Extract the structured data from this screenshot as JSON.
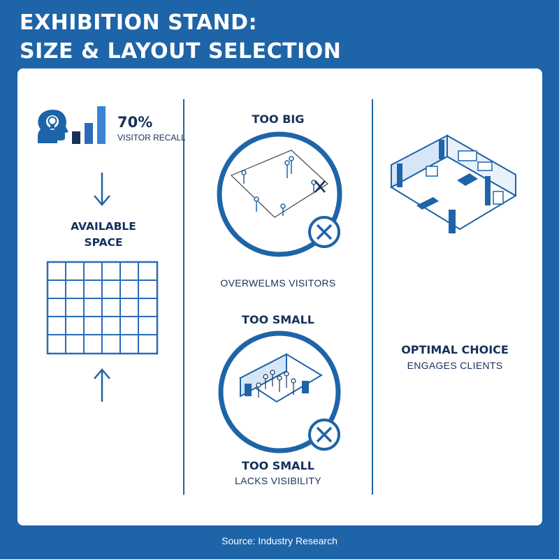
{
  "title": {
    "line1": "EXHIBITION STAND:",
    "line2": "SIZE & LAYOUT SELECTION"
  },
  "stat": {
    "value": "70%",
    "label": "VISITOR RECALL"
  },
  "left": {
    "space_line1": "AVAILABLE",
    "space_line2": "SPACE"
  },
  "middle": {
    "too_big": {
      "title": "TOO BIG",
      "caption": "OVERWELMS VISITORS"
    },
    "too_small": {
      "title": "TOO SMALL",
      "title_repeat": "TOO SMALL",
      "caption": "LACKS VISIBILITY"
    }
  },
  "right": {
    "title": "OPTIMAL CHOICE",
    "caption": "ENGAGES CLIENTS"
  },
  "footer": {
    "source": "Source: Industry Research"
  },
  "colors": {
    "background": "#1e64a8",
    "dark_text": "#16305a",
    "accent": "#2a6bb8",
    "card": "#ffffff"
  },
  "icons": [
    "head-lightbulb-icon",
    "bar-chart-icon",
    "arrow-down-icon",
    "arrow-up-icon",
    "grid-icon",
    "cross-circle-icon",
    "booth-illustration"
  ]
}
